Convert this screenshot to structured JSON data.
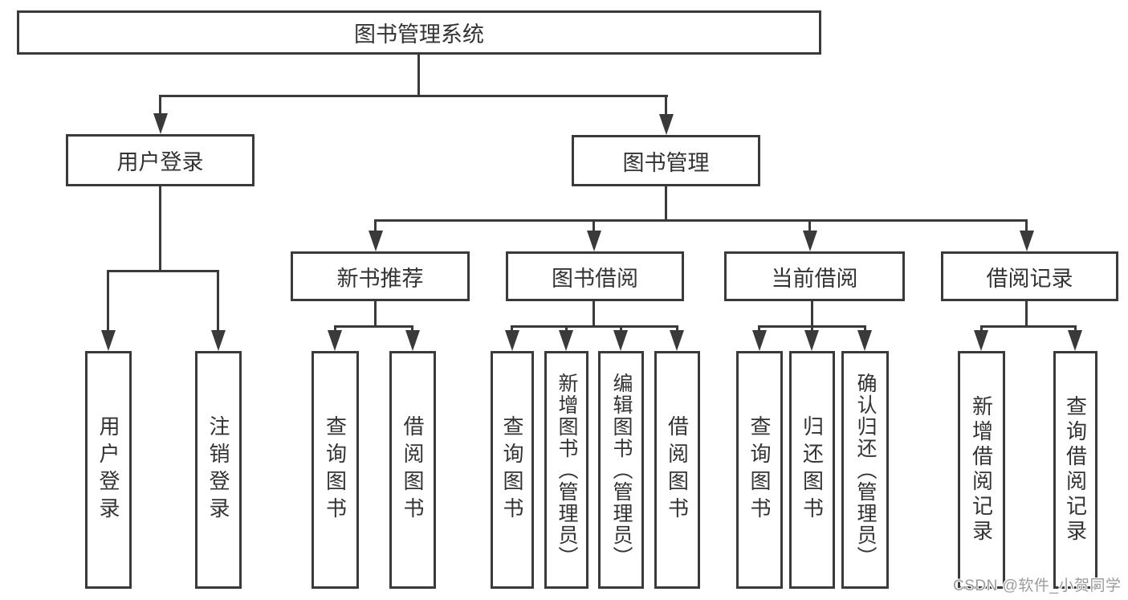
{
  "diagram": {
    "type": "hierarchy-tree",
    "root": {
      "label": "图书管理系统"
    },
    "level2": [
      {
        "id": "user-login",
        "label": "用户登录",
        "parent": "图书管理系统"
      },
      {
        "id": "book-management",
        "label": "图书管理",
        "parent": "图书管理系统"
      }
    ],
    "level3": [
      {
        "id": "new-book-recommend",
        "label": "新书推荐",
        "parent": "图书管理"
      },
      {
        "id": "book-borrow",
        "label": "图书借阅",
        "parent": "图书管理"
      },
      {
        "id": "current-borrow",
        "label": "当前借阅",
        "parent": "图书管理"
      },
      {
        "id": "borrow-records",
        "label": "借阅记录",
        "parent": "图书管理"
      }
    ],
    "leaves": [
      {
        "label": "用户登录",
        "parent": "用户登录"
      },
      {
        "label": "注销登录",
        "parent": "用户登录"
      },
      {
        "label": "查询图书",
        "parent": "新书推荐"
      },
      {
        "label": "借阅图书",
        "parent": "新书推荐"
      },
      {
        "label": "查询图书",
        "parent": "图书借阅"
      },
      {
        "label": "新增图书（管理员）",
        "parent": "图书借阅"
      },
      {
        "label": "编辑图书（管理员）",
        "parent": "图书借阅"
      },
      {
        "label": "借阅图书",
        "parent": "图书借阅"
      },
      {
        "label": "查询图书",
        "parent": "当前借阅"
      },
      {
        "label": "归还图书",
        "parent": "当前借阅"
      },
      {
        "label": "确认归还（管理员）",
        "parent": "当前借阅"
      },
      {
        "label": "新增借阅记录",
        "parent": "借阅记录"
      },
      {
        "label": "查询借阅记录",
        "parent": "借阅记录"
      }
    ],
    "watermark": "CSDN @软件_小贺同学",
    "colors": {
      "line": "#3a3a3a",
      "text": "#333333",
      "background": "#ffffff",
      "watermark": "#9c9c9c"
    }
  }
}
